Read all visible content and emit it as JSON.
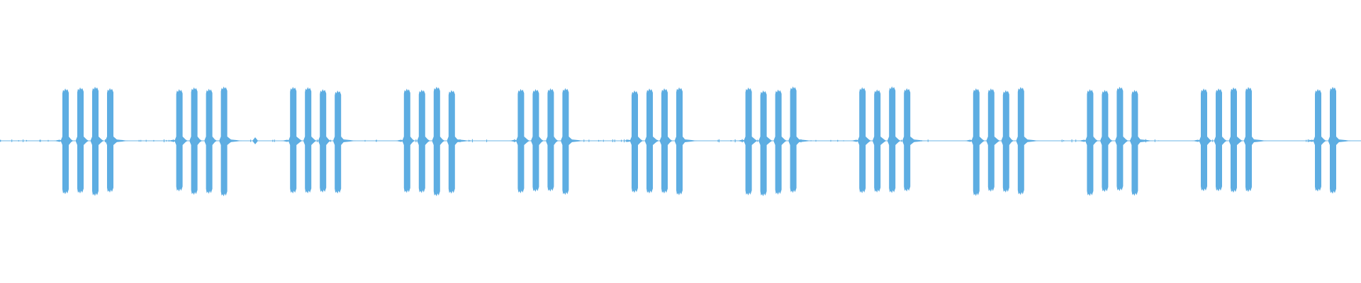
{
  "waveform": {
    "color": "#5dade2",
    "background": "#ffffff",
    "bursts": [
      {
        "pulses": 4
      },
      {
        "pulses": 4
      },
      {
        "pulses": 4
      },
      {
        "pulses": 4
      },
      {
        "pulses": 4
      },
      {
        "pulses": 4
      },
      {
        "pulses": 4
      },
      {
        "pulses": 4
      },
      {
        "pulses": 4
      },
      {
        "pulses": 4
      },
      {
        "pulses": 4
      },
      {
        "pulses": 2
      }
    ]
  }
}
